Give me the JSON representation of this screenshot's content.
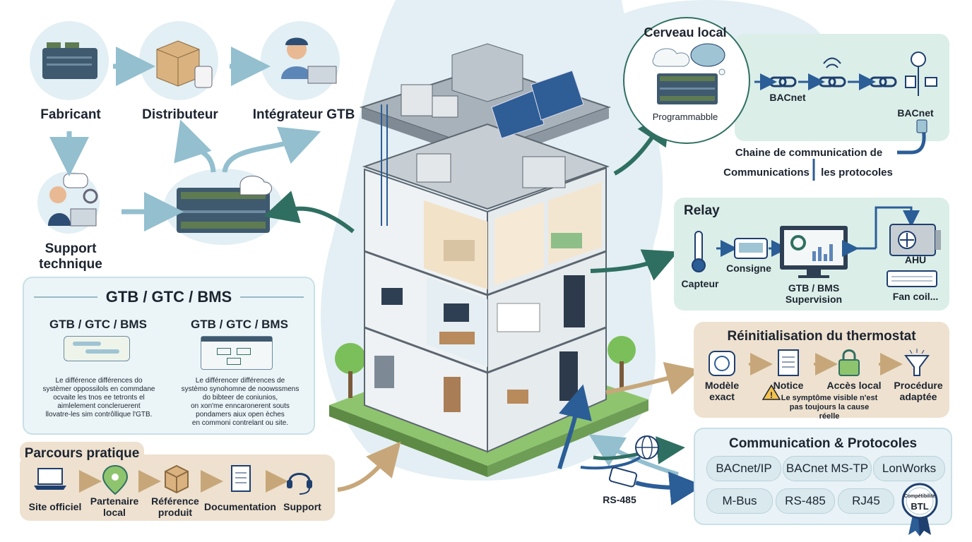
{
  "supply_chain": {
    "manufacturer": "Fabricant",
    "distributor": "Distributeur",
    "integrator": "Intégrateur GTB",
    "support": "Support technique"
  },
  "gtb_panel": {
    "title": "GTB / GTC / BMS",
    "left_subtitle": "GTB / GTC / BMS",
    "left_text": [
      "Le différence différences do",
      "systèmer oppossilols en commdane",
      "ocvaite les tnos ee tetronts el",
      "aimlelement concleruerent",
      "llovatre-les sim contrôllique l'GTB."
    ],
    "right_subtitle": "GTB / GTC / BMS",
    "right_text": [
      "Le différencer différences de",
      "systèmo synohomne de noowssmens",
      "do bibteer de coniunios,",
      "on xon'me enncaronerent souts",
      "pondamers aiux open èches",
      "en commoni contrelant ou site."
    ]
  },
  "parcours": {
    "title": "Parcours pratique",
    "steps": [
      "Site officiel",
      "Partenaire local",
      "Référence produit",
      "Documentation",
      "Support"
    ]
  },
  "cerveau": {
    "title": "Cerveau local",
    "controller_label": "Programmabble",
    "bacnet_left": "BACnet",
    "bacnet_right": "BACnet",
    "chain_title": "Chaine de communication de",
    "communications": "Communications",
    "protocols": "les protocoles"
  },
  "relay": {
    "title": "Relay",
    "sensor": "Capteur",
    "setpoint": "Consigne",
    "supervision": "GTB / BMS Supervision",
    "ahu": "AHU",
    "fancoil": "Fan coil..."
  },
  "reset": {
    "title": "Réinitialisation du thermostat",
    "model": "Modèle exact",
    "notice": "Notice",
    "local_access": "Accès local",
    "procedure": "Procédure adaptée",
    "warning": "Le symptôme visible n'est pas toujours la cause réelle"
  },
  "protocols": {
    "title": "Communication & Protocoles",
    "chips": [
      "BACnet/IP",
      "BACnet MS-TP",
      "LonWorks",
      "M-Bus",
      "RS-485",
      "RJ45"
    ],
    "badge_top": "Compétibilité",
    "badge_main": "BTL"
  },
  "rs485_label": "RS-485",
  "colors": {
    "arrow_blue": "#93bfcf",
    "arrow_green": "#2f6f62",
    "beige": "#eee1cf",
    "mint": "#dbeee8",
    "sky": "#e9f2f6",
    "dark_blue": "#1f3f6f"
  }
}
